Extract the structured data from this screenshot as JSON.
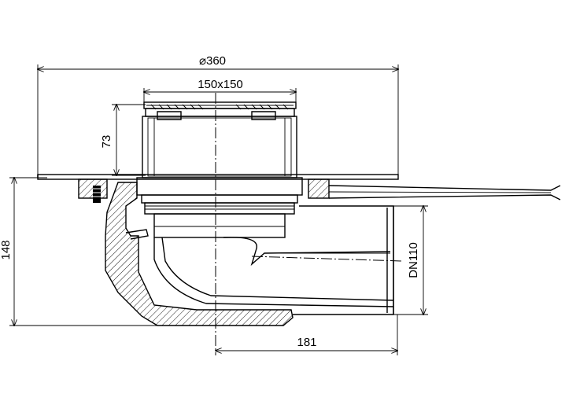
{
  "dimensions": {
    "flange_diameter": "⌀360",
    "grate_size": "150x150",
    "grate_height": "73",
    "total_height": "148",
    "outlet_diameter": "DN110",
    "outlet_offset": "181"
  }
}
